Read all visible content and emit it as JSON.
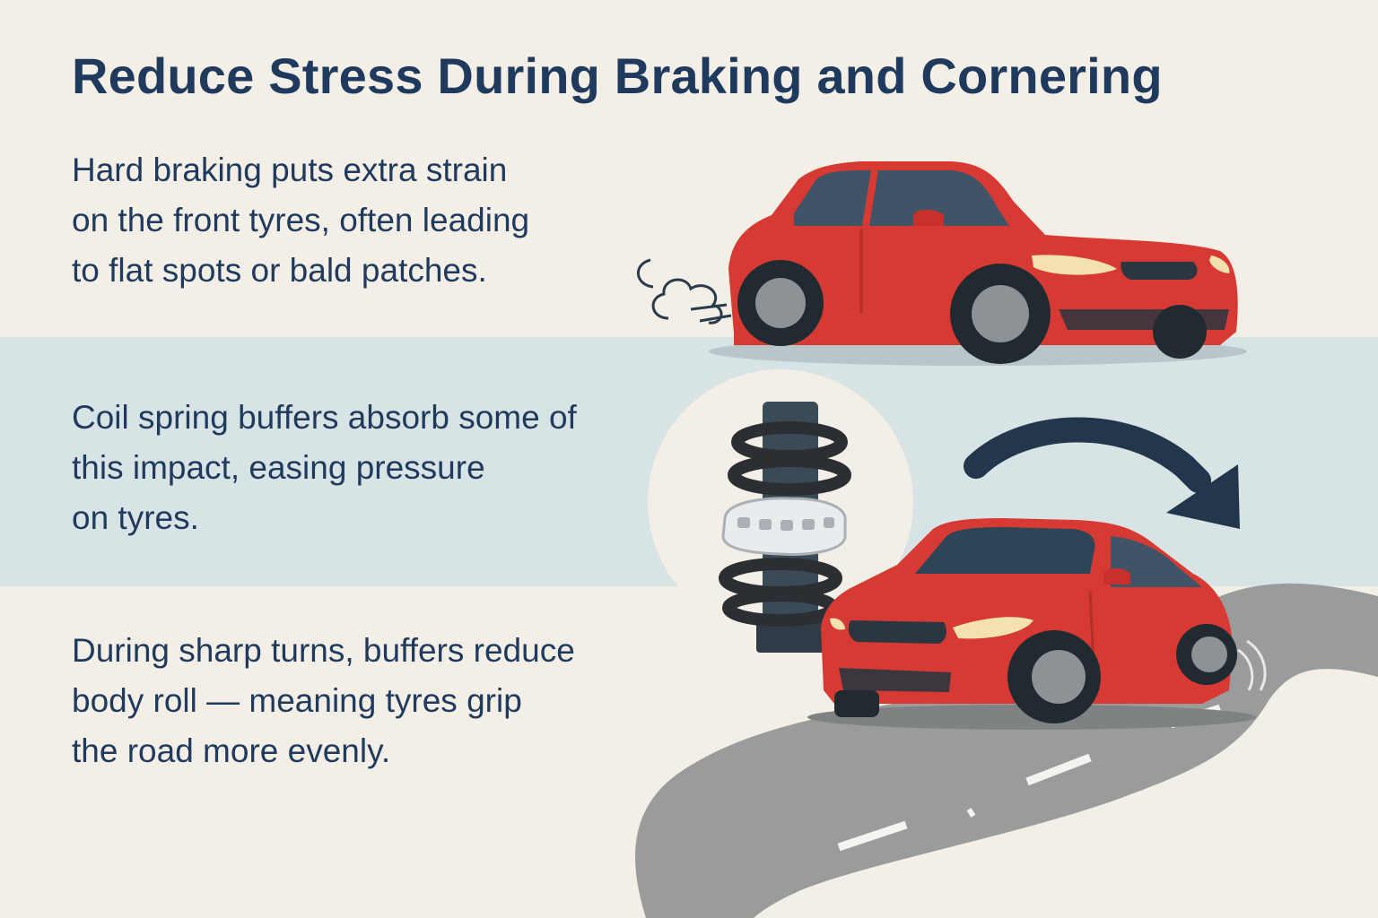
{
  "title": "Reduce Stress During Braking and Cornering",
  "paragraphs": [
    {
      "lines": [
        "Hard braking puts extra strain",
        "on the front tyres, often leading",
        "to flat spots or bald patches."
      ]
    },
    {
      "lines": [
        "Coil spring buffers absorb some of",
        "this impact, easing pressure",
        "on tyres."
      ]
    },
    {
      "lines": [
        "During sharp turns, buffers reduce",
        "body roll — meaning tyres grip",
        "the road more evenly."
      ]
    }
  ],
  "colors": {
    "background": "#f3efe7",
    "band": "#d8e3e5",
    "text": "#1f3a5c",
    "car_red": "#d63a33",
    "road": "#9a9c9c",
    "spring": "#2b2f33"
  },
  "illustrations": [
    "braking-car-icon",
    "coil-spring-buffer-icon",
    "turn-arrow-icon",
    "cornering-car-icon",
    "winding-road"
  ]
}
